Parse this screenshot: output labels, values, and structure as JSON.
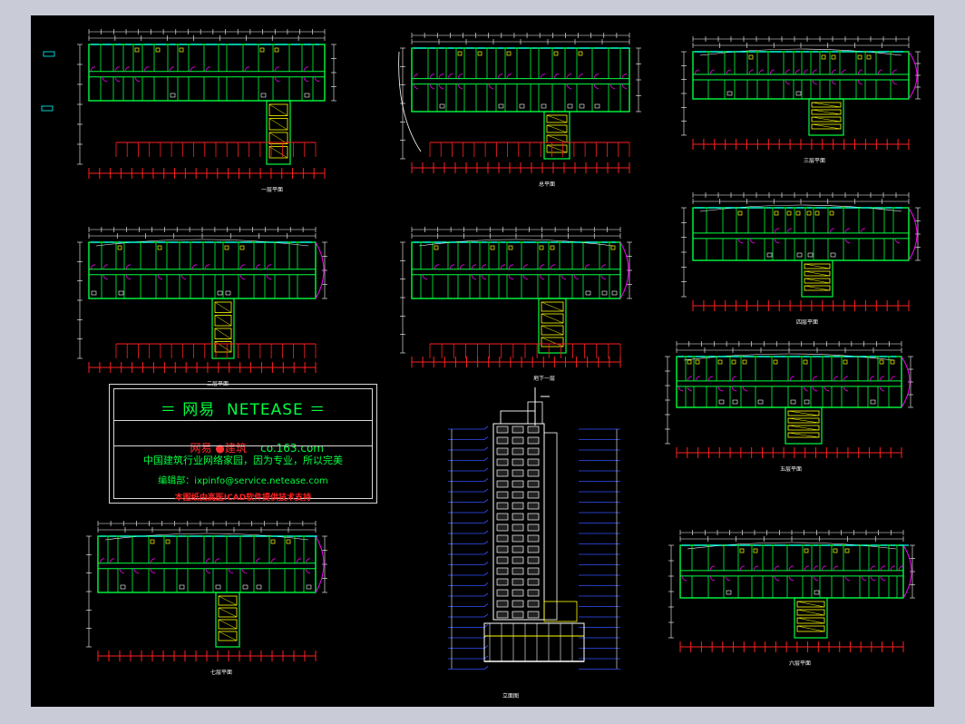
{
  "window": {
    "background": "#c9cbd6",
    "canvas_background": "#000000"
  },
  "colors": {
    "wall": "#00ff40",
    "dim": "#ffffff",
    "axis": "#ff2020",
    "stair": "#ffff00",
    "door": "#ff00ff",
    "window": "#00ffff",
    "level": "#3050ff"
  },
  "credit": {
    "title": "＝ 网易  NETEASE ＝",
    "brand": "网易 ●建筑",
    "domain": "co.163.com",
    "slogan": "中国建筑行业网络家园，因为专业，所以完美",
    "editor": "编辑部：ixpinfo@service.netease.com",
    "support": "本图纸由高医ICAD软件提供技术支持"
  },
  "drawings": [
    {
      "id": "plan-ground",
      "label": "一层平面"
    },
    {
      "id": "plan-site",
      "label": "总平面"
    },
    {
      "id": "plan-3f",
      "label": "三层平面"
    },
    {
      "id": "plan-2f",
      "label": "二层平面"
    },
    {
      "id": "plan-basement",
      "label": "地下一层"
    },
    {
      "id": "plan-4f",
      "label": "四层平面"
    },
    {
      "id": "plan-5f",
      "label": "五层平面"
    },
    {
      "id": "plan-6f",
      "label": "六层平面"
    },
    {
      "id": "plan-7f",
      "label": "七层平面"
    },
    {
      "id": "elevation",
      "label": "立面图"
    }
  ]
}
